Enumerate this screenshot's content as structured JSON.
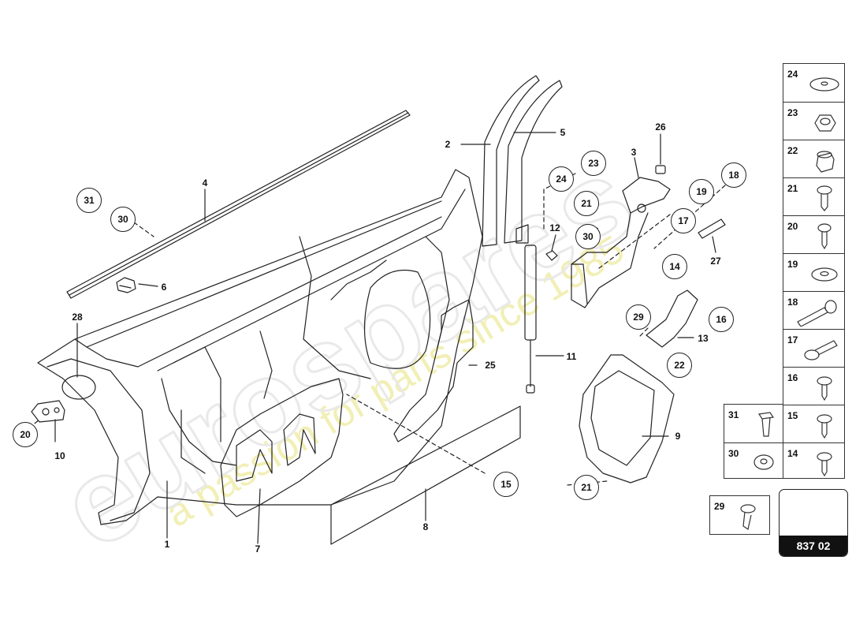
{
  "watermark": {
    "brand": "eurospares",
    "tagline": "a passion for parts since 1985"
  },
  "part_callouts": {
    "c31a": "31",
    "c30a": "30",
    "c20a": "20",
    "c24a": "24",
    "c23a": "23",
    "c21a": "21",
    "c30b": "30",
    "c18": "18",
    "c19": "19",
    "c17": "17",
    "c14": "14",
    "c29": "29",
    "c16": "16",
    "c22": "22",
    "c15": "15",
    "c21b": "21"
  },
  "part_labels": {
    "l4": "4",
    "l6": "6",
    "l28": "28",
    "l10": "10",
    "l2": "2",
    "l5": "5",
    "l3": "3",
    "l26": "26",
    "l12": "12",
    "l27": "27",
    "l13": "13",
    "l11": "11",
    "l25": "25",
    "l9": "9",
    "l7": "7",
    "l8": "8",
    "l1": "1"
  },
  "legend": {
    "right_column": [
      "24",
      "23",
      "22",
      "21",
      "20",
      "19",
      "18",
      "17",
      "16",
      "15",
      "14"
    ],
    "left_column": [
      "31",
      "30"
    ],
    "single": "29"
  },
  "reference": {
    "number": "837 02",
    "icon": "arrow-icon"
  }
}
